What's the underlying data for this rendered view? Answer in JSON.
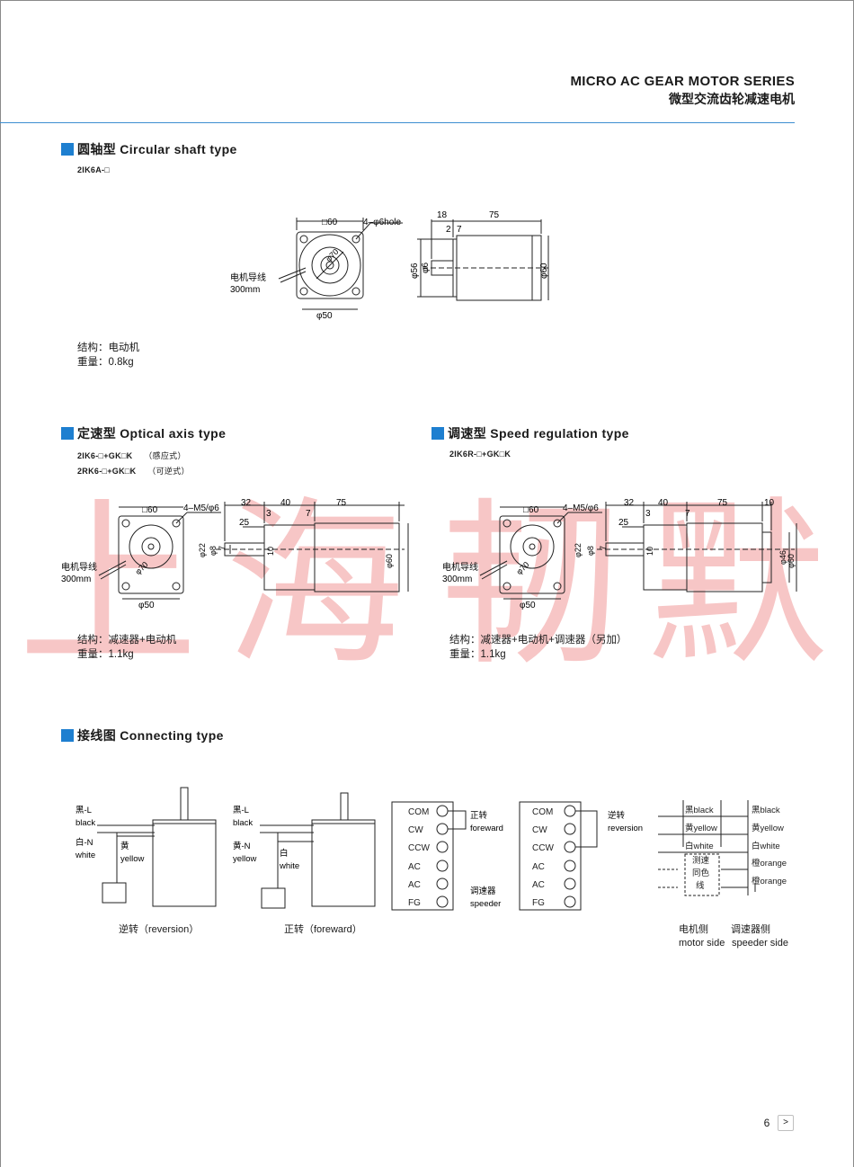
{
  "header": {
    "title_en": "MICRO AC GEAR MOTOR SERIES",
    "title_zh": "微型交流齿轮减速电机"
  },
  "circular": {
    "heading_zh": "圆轴型",
    "heading_en": "Circular shaft type",
    "model": "2IK6A-□",
    "dims": {
      "sq60": "□60",
      "hole": "4–φ6hole",
      "d70": "φ70",
      "d50": "φ50",
      "lead_zh": "电机导线",
      "lead_len": "300mm",
      "d56": "φ56",
      "d6": "φ6",
      "d60": "φ60",
      "l18": "18",
      "l75": "75",
      "l2": "2",
      "l7": "7"
    },
    "structure": "结构：电动机",
    "weight": "重量：0.8kg"
  },
  "optical": {
    "heading_zh": "定速型",
    "heading_en": "Optical  axis type",
    "model1": "2IK6-□+GK□K",
    "model1_note": "（感应式）",
    "model2": "2RK6-□+GK□K",
    "model2_note": "（可逆式）",
    "dims": {
      "sq60": "□60",
      "hole": "4–M5/φ6",
      "d70": "φ70",
      "d50": "φ50",
      "lead_zh": "电机导线",
      "lead_len": "300mm",
      "d22": "φ22",
      "d8": "φ8",
      "l7a": "7",
      "l10": "10",
      "l32": "32",
      "l40": "40",
      "l75": "75",
      "l25": "25",
      "l3": "3",
      "l7b": "7",
      "d60": "φ60"
    },
    "structure": "结构：减速器+电动机",
    "weight": "重量：1.1kg"
  },
  "speed": {
    "heading_zh": "调速型",
    "heading_en": "Speed regulation type",
    "model": "2IK6R-□+GK□K",
    "dims": {
      "sq60": "□60",
      "hole": "4–M5/φ6",
      "d70": "φ70",
      "d50": "φ50",
      "lead_zh": "电机导线",
      "lead_len": "300mm",
      "d22": "φ22",
      "d8": "φ8",
      "l7a": "7",
      "l10": "10",
      "l32": "32",
      "l40": "40",
      "l75": "75",
      "l10b": "10",
      "l25": "25",
      "l3": "3",
      "l7b": "7",
      "d46": "φ46",
      "d60": "φ60"
    },
    "structure": "结构：减速器+电动机+调速器（另加）",
    "weight": "重量：1.1kg"
  },
  "connecting": {
    "heading_zh": "接线图",
    "heading_en": "Connecting  type",
    "rev": {
      "black_zh": "黑-L",
      "black_en": "black",
      "white_zh": "白-N",
      "white_en": "white",
      "yellow_zh": "黄",
      "yellow_en": "yellow",
      "caption": "逆转（reversion）"
    },
    "fwd": {
      "black_zh": "黑-L",
      "black_en": "black",
      "yellow_zh": "黄-N",
      "yellow_en": "yellow",
      "white_zh": "白",
      "white_en": "white",
      "caption": "正转（foreward）"
    },
    "term1": {
      "pins": [
        "COM",
        "CW",
        "CCW",
        "AC",
        "AC",
        "FG"
      ],
      "dir_zh": "正转",
      "dir_en": "foreward",
      "spd_zh": "调速器",
      "spd_en": "speeder"
    },
    "term2": {
      "pins": [
        "COM",
        "CW",
        "CCW",
        "AC",
        "AC",
        "FG"
      ],
      "dir_zh": "逆转",
      "dir_en": "reversion"
    },
    "wires": {
      "left": [
        "黑black",
        "黄yellow",
        "白white"
      ],
      "same_color": [
        "测速",
        "同色",
        "线"
      ],
      "right": [
        "黑black",
        "黄yellow",
        "白white",
        "橙orange",
        "橙orange"
      ],
      "motor_side_zh": "电机侧",
      "motor_side_en": "motor side",
      "speeder_side_zh": "调速器侧",
      "speeder_side_en": "speeder side"
    }
  },
  "watermark": [
    "上",
    "海",
    "韧",
    "默"
  ],
  "page": {
    "number": "6",
    "next": ">"
  },
  "colors": {
    "accent": "#1e7fd0",
    "watermark": "#f2a0a0"
  }
}
